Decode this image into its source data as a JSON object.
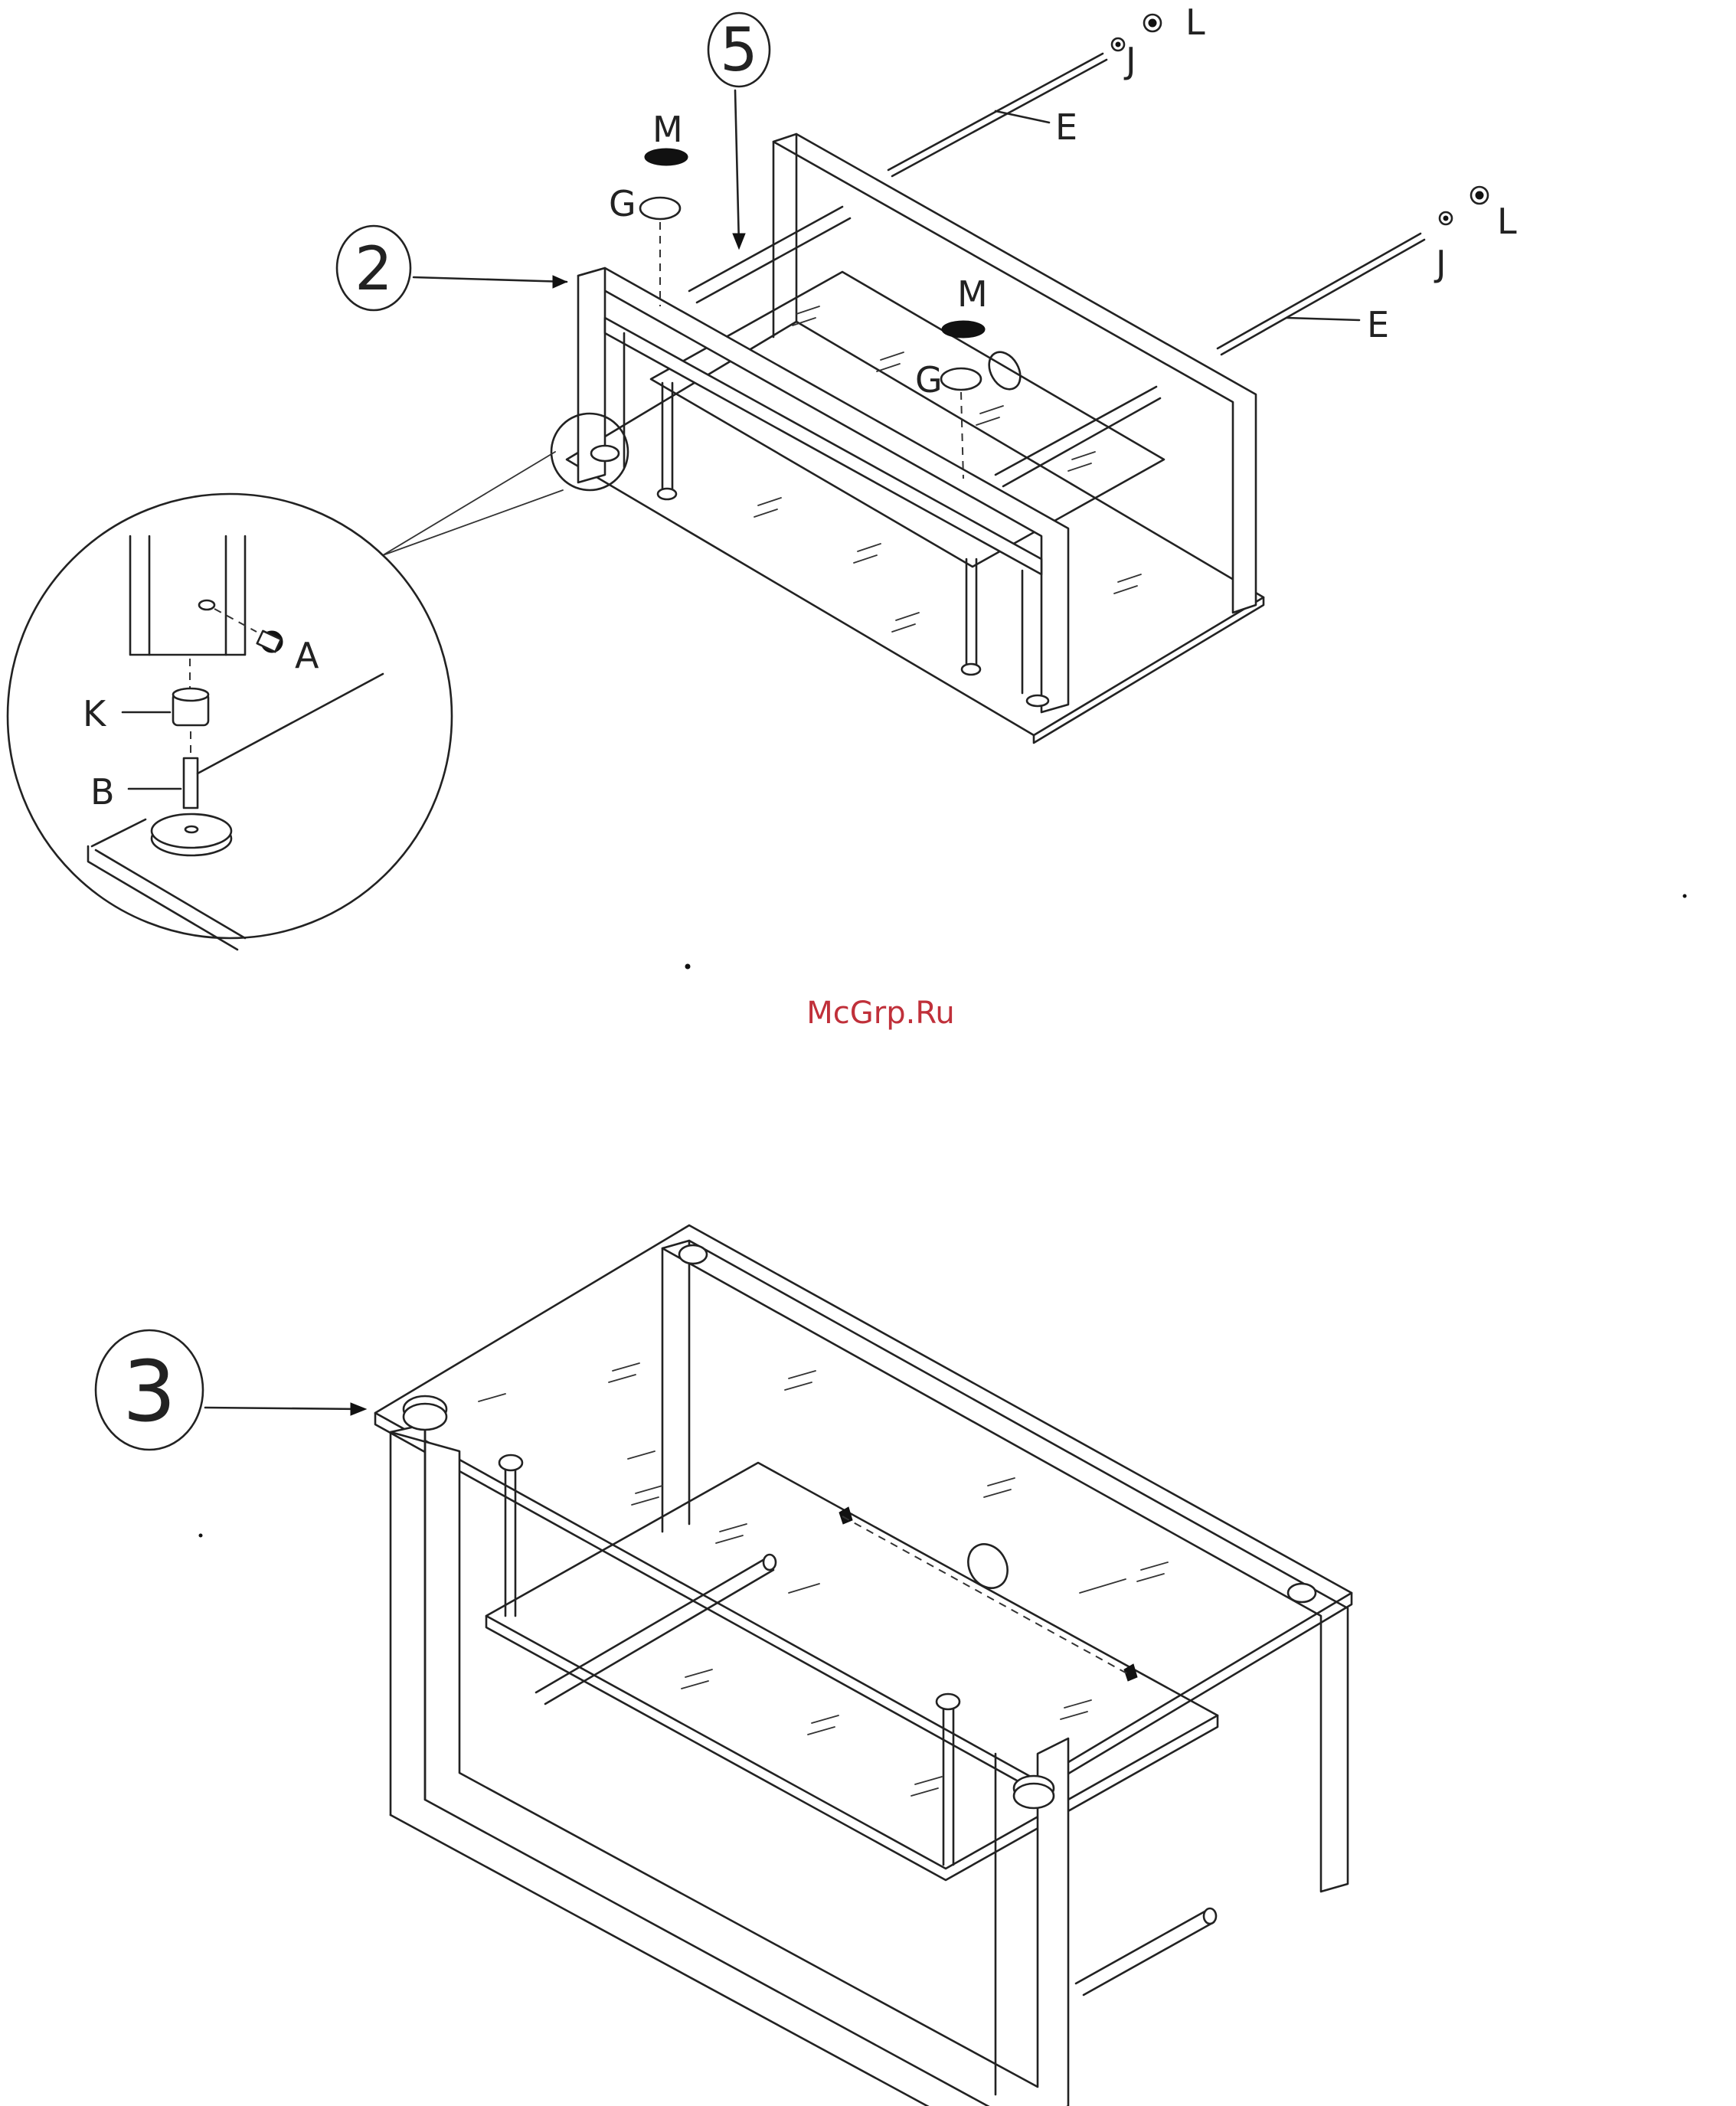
{
  "watermark": "McGrp.Ru",
  "steps": {
    "step2": "2",
    "step3": "3",
    "step5": "5"
  },
  "parts": {
    "A": "A",
    "B": "B",
    "K": "K",
    "M1": "M",
    "G1": "G",
    "M2": "M",
    "G2": "G",
    "E1": "E",
    "J1": "J",
    "L1": "L",
    "E2": "E",
    "J2": "J",
    "L2": "L"
  }
}
